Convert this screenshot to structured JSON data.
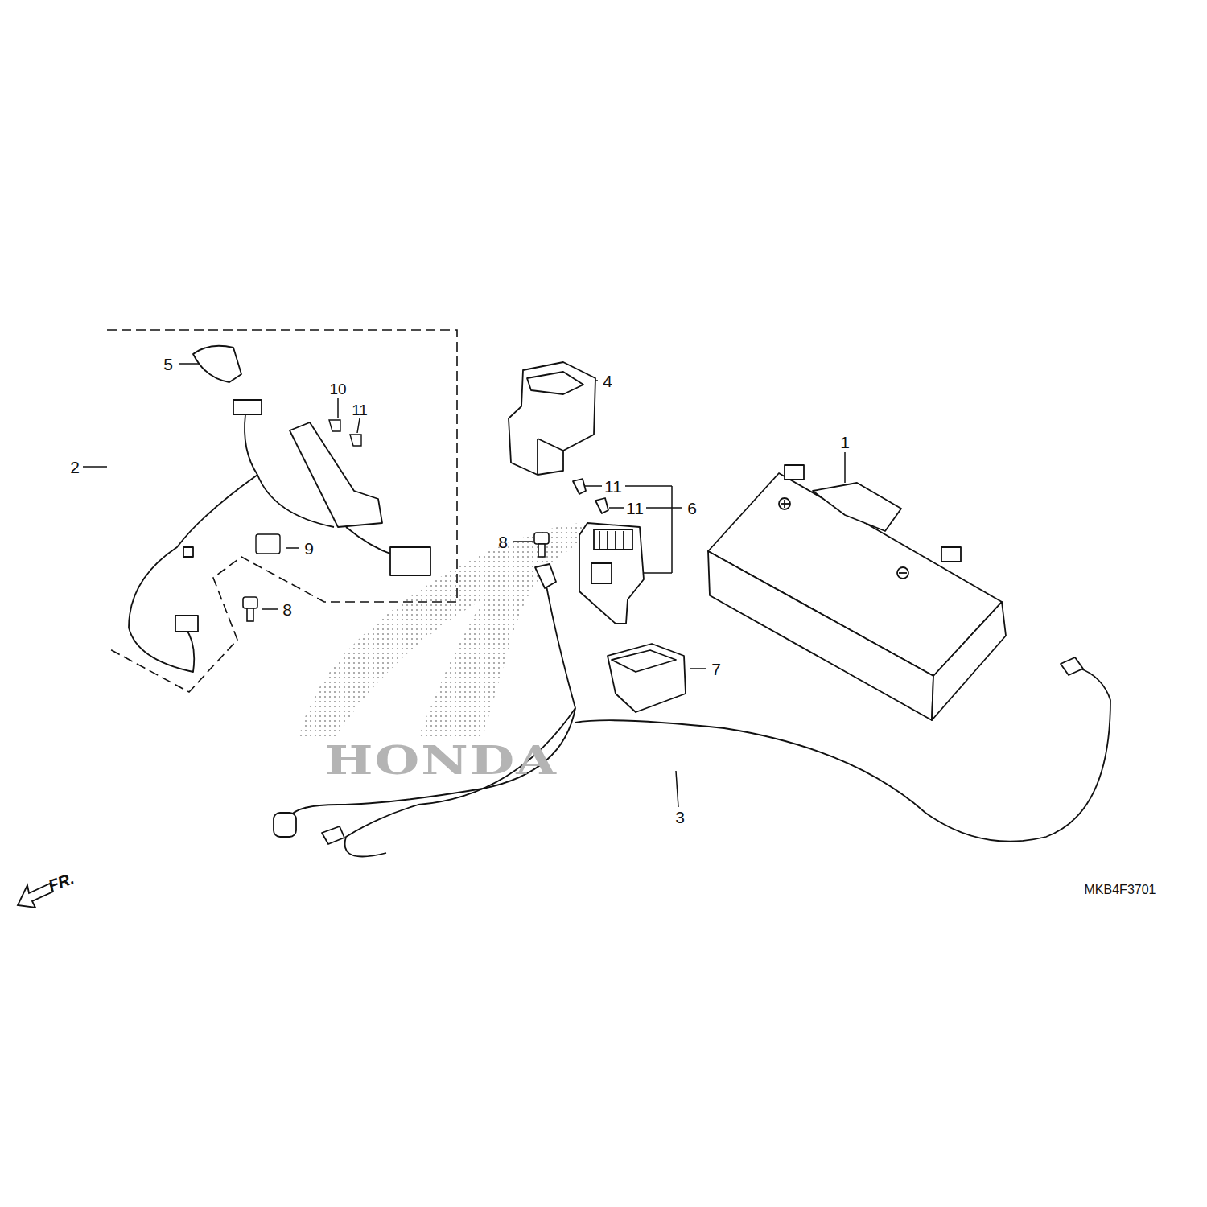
{
  "diagram": {
    "labels": [
      "5",
      "10",
      "11",
      "4",
      "1",
      "2",
      "11",
      "6",
      "11",
      "8",
      "9",
      "8",
      "7",
      "3",
      "HONDA",
      "FR.",
      "MKB4F3701"
    ]
  }
}
